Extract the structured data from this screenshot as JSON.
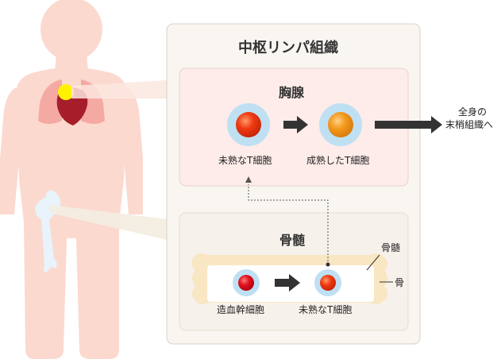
{
  "central": {
    "title": "中枢リンパ組織"
  },
  "thymus": {
    "title": "胸腺",
    "cell_left_label": "未熟なT細胞",
    "cell_right_label": "成熟したT細胞"
  },
  "outflow": {
    "line1": "全身の",
    "line2": "末梢組織へ"
  },
  "marrow": {
    "title": "骨髄",
    "marrow_callout": "骨髄",
    "bone_callout": "骨",
    "cell_left_label": "造血幹細胞",
    "cell_right_label": "未熟なT細胞"
  },
  "colors": {
    "body": "#fbd9cf",
    "lungs": "#f5a9a3",
    "heart": "#a71e2b",
    "thymus": "#fff200",
    "femur": "#e8f3fb",
    "outer_panel": "#f9f6f1",
    "thymus_panel": "#fdecea",
    "marrow_panel": "#f6f1ea",
    "bone": "#f9e6c2",
    "cell_halo": "#bfe0f3",
    "immature_cell": "#ee3a12",
    "mature_cell": "#f39a1c",
    "stem_cell": "#e0121e",
    "arrow": "#333333"
  }
}
